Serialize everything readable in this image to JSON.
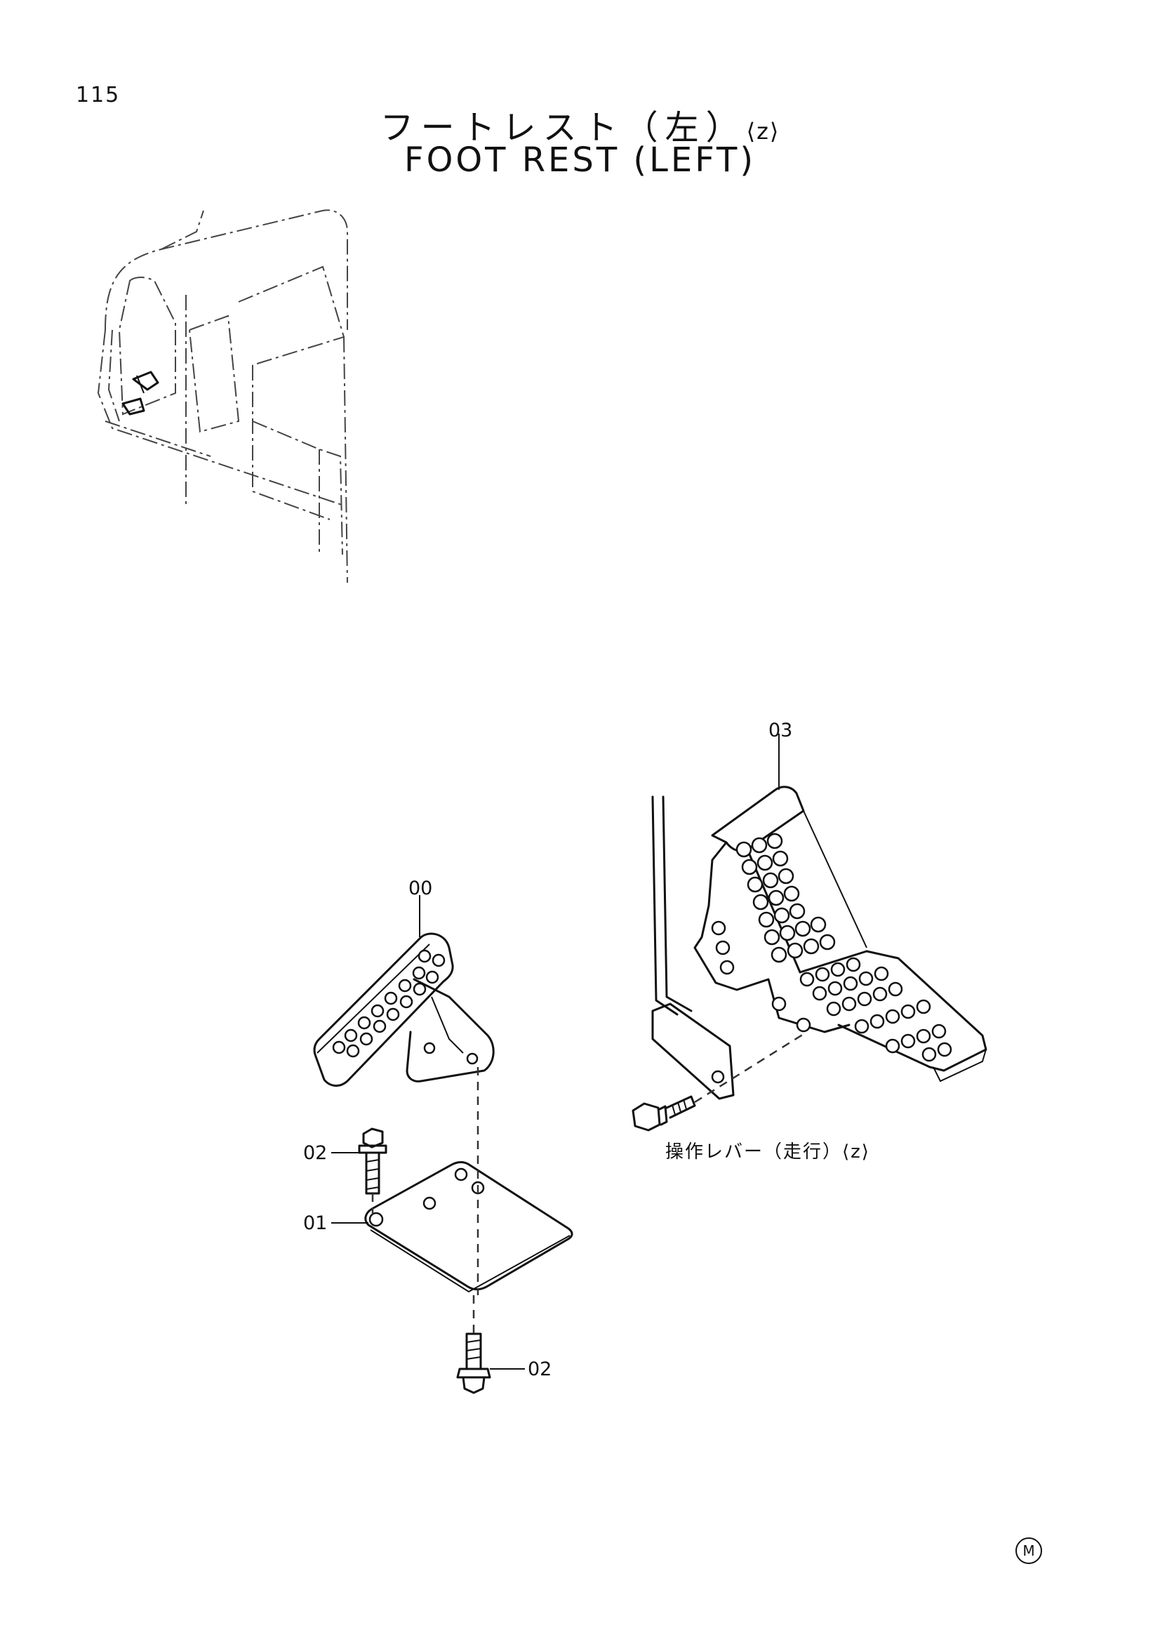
{
  "page": {
    "number": "115",
    "mark": "M"
  },
  "title": {
    "jp": "フートレスト（左）",
    "jp_variant": "⟨z⟩",
    "en": "FOOT REST (LEFT)"
  },
  "callouts": {
    "c00": "00",
    "c01": "01",
    "c02_top": "02",
    "c02_bottom": "02",
    "c03": "03"
  },
  "reference_label": "操作レバー（走行）⟨z⟩"
}
